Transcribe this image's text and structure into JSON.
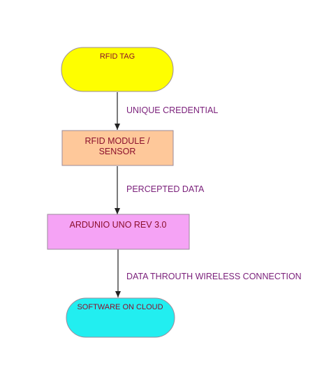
{
  "colors": {
    "node_text": "#8b0f2c",
    "edge_label": "#7a1f7a",
    "arrow": "#222222",
    "border": "#9a8a9a"
  },
  "nodes": [
    {
      "id": "rfid-tag",
      "lines": [
        "RFID TAG"
      ],
      "shape": "rounded",
      "fill": "#fefe00"
    },
    {
      "id": "rfid-module",
      "lines": [
        "RFID MODULE /",
        "SENSOR"
      ],
      "shape": "rect",
      "fill": "#fec89a"
    },
    {
      "id": "arduino",
      "lines": [
        "ARDUNIO UNO REV 3.0"
      ],
      "shape": "rect",
      "fill": "#f5a3f5"
    },
    {
      "id": "software",
      "lines": [
        "SOFTWARE ON CLOUD"
      ],
      "shape": "rounded",
      "fill": "#22eef0"
    }
  ],
  "edges": [
    {
      "from": "rfid-tag",
      "to": "rfid-module",
      "label": "UNIQUE CREDENTIAL"
    },
    {
      "from": "rfid-module",
      "to": "arduino",
      "label": "PERCEPTED DATA"
    },
    {
      "from": "arduino",
      "to": "software",
      "label": "DATA THROUTH WIRELESS CONNECTION"
    }
  ]
}
